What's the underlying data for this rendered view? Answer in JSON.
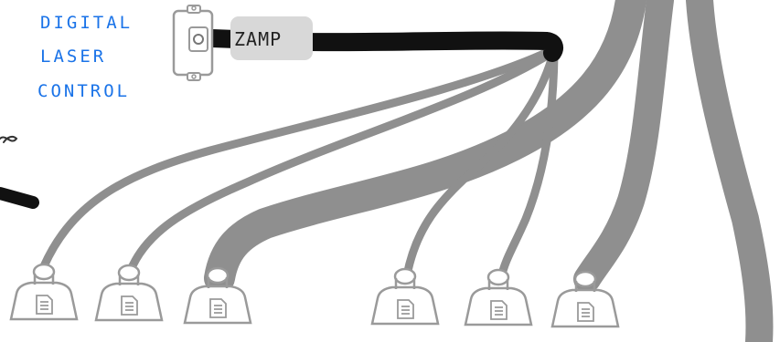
{
  "labels": {
    "line1": "DIGITAL",
    "line2": "LASER",
    "line3": "CONTROL"
  },
  "amp": {
    "label": "ZAMP"
  },
  "colors": {
    "label_blue": "#1a73e8",
    "cable_black": "#111111",
    "cable_gray": "#8f8f8f",
    "amp_box": "#d8d8d8",
    "outline": "#9a9a9a"
  },
  "outlets": [
    {
      "id": "outlet-1"
    },
    {
      "id": "outlet-2"
    },
    {
      "id": "outlet-3"
    },
    {
      "id": "outlet-4"
    },
    {
      "id": "outlet-5"
    },
    {
      "id": "outlet-6"
    }
  ]
}
